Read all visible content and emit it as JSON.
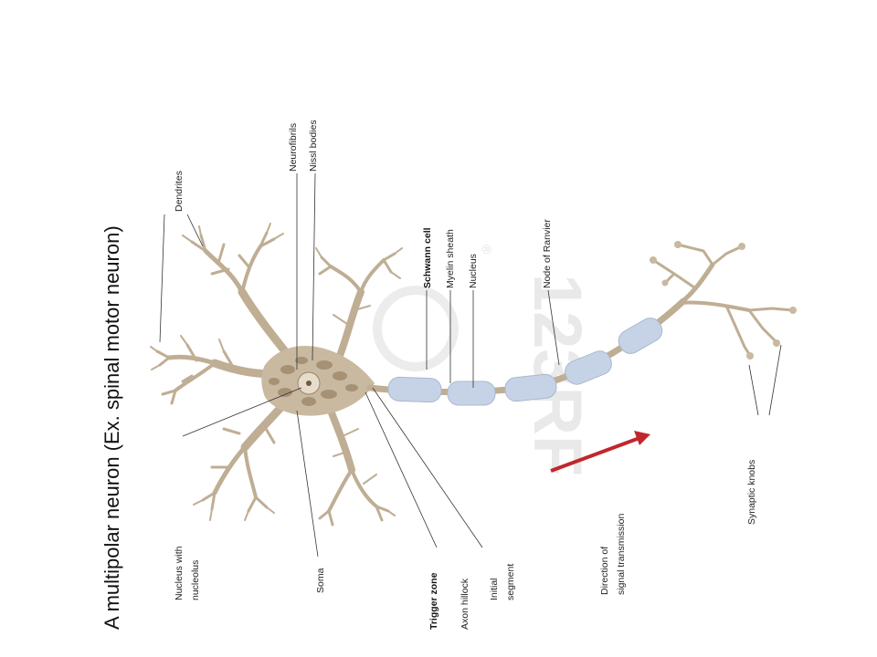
{
  "title": "A multipolar neuron (Ex. spinal motor neuron)",
  "watermark": "123RF",
  "watermark_reg": "®",
  "labels": {
    "dendrites": "Dendrites",
    "neurofibrils": "Neurofibrils",
    "nissl_bodies": "Nissl bodies",
    "schwann_cell": "Schwann cell",
    "myelin_sheath": "Myelin sheath",
    "nucleus": "Nucleus",
    "node_of_ranvier": "Node of Ranvier",
    "nucleus_with_nucleolus_1": "Nucleus with",
    "nucleus_with_nucleolus_2": "nucleolus",
    "soma": "Soma",
    "trigger_zone": "Trigger zone",
    "axon_hillock": "Axon hillock",
    "initial_segment_1": "Initial",
    "initial_segment_2": "segment",
    "direction_1": "Direction of",
    "direction_2": "signal transmission",
    "synaptic_knobs": "Synaptic knobs"
  },
  "colors": {
    "neuron_fill": "#c9b9a0",
    "soma_dark": "#9b8466",
    "myelin": "#c6d3e6",
    "arrow": "#c0272d"
  }
}
